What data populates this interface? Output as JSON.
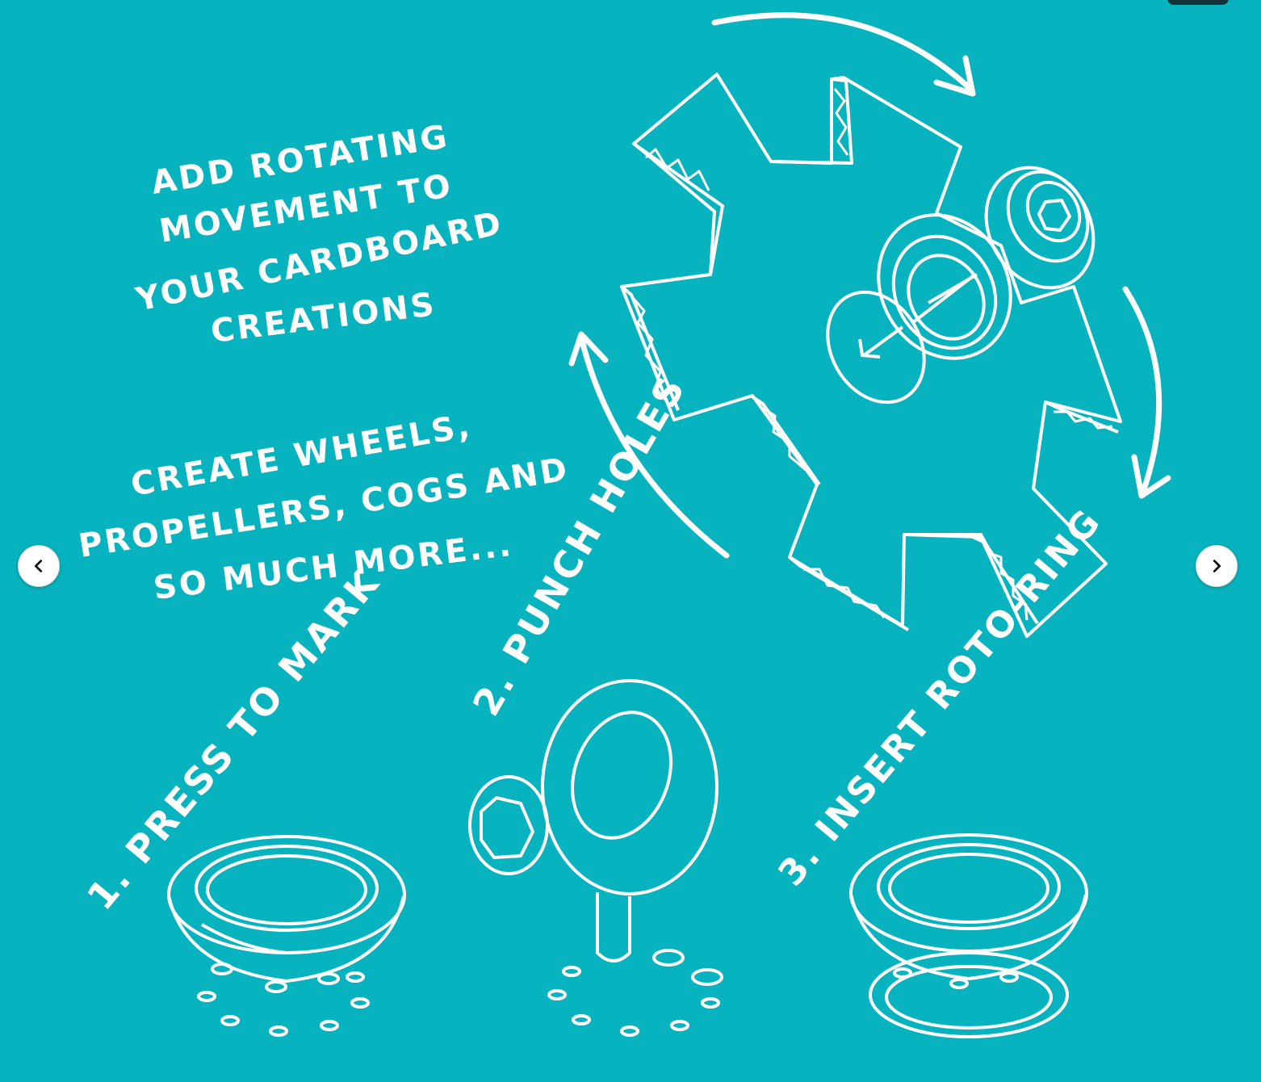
{
  "slide": {
    "heading_lines": [
      "ADD ROTATING",
      "MOVEMENT TO",
      "YOUR CARDBOARD",
      "CREATIONS"
    ],
    "subheading_lines": [
      "CREATE WHEELS,",
      "PROPELLERS, COGS AND",
      "SO MUCH MORE..."
    ],
    "steps": [
      {
        "label": "1. PRESS TO MARK"
      },
      {
        "label": "2. PUNCH HOLES"
      },
      {
        "label": "3. INSERT ROTO-RING"
      }
    ]
  },
  "carousel": {
    "prev_icon": "chevron-left-icon",
    "next_icon": "chevron-right-icon"
  },
  "colors": {
    "background": "#07b3be",
    "ink": "#ffffff",
    "button_bg": "#ffffff",
    "button_icon": "#111111"
  }
}
